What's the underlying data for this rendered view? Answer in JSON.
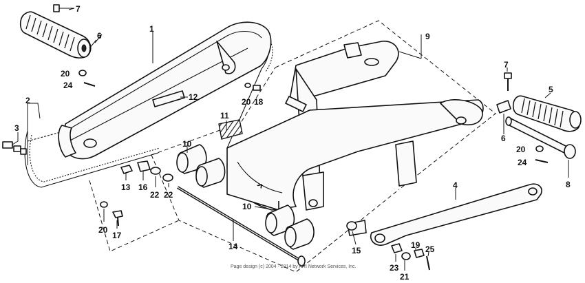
{
  "callouts": {
    "c1": "1",
    "c2": "2",
    "c3": "3",
    "c4": "4",
    "c5": "5",
    "c6a": "6",
    "c6b": "6",
    "c7a": "7",
    "c7b": "7",
    "c8": "8",
    "c9": "9",
    "c10a": "10",
    "c10b": "10",
    "c11": "11",
    "c12": "12",
    "c13": "13",
    "c14": "14",
    "c15": "15",
    "c16": "16",
    "c17": "17",
    "c18": "18",
    "c19": "19",
    "c20a": "20",
    "c20b": "20",
    "c20c": "20",
    "c20d": "20",
    "c21": "21",
    "c22a": "22",
    "c22b": "22",
    "c23": "23",
    "c24a": "24",
    "c24b": "24",
    "c25": "25"
  },
  "copyright": "Page design (c) 2004 - 2014 by ARI Network Services, Inc."
}
